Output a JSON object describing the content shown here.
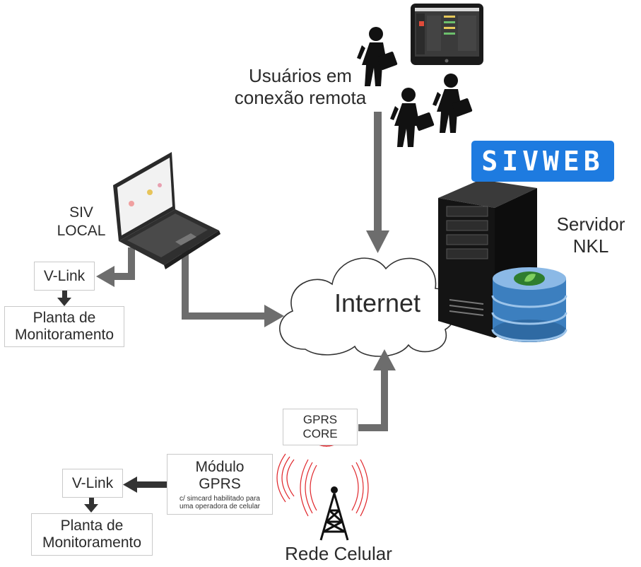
{
  "labels": {
    "remote_users": [
      "Usuários em",
      "conexão remota"
    ],
    "siv_local": [
      "SIV",
      "LOCAL"
    ],
    "servidor": [
      "Servidor",
      "NKL"
    ],
    "internet": "Internet",
    "rede_celular": "Rede Celular"
  },
  "badge": {
    "text": "SIVWEB",
    "color": "#1e7be0"
  },
  "boxes": {
    "vlink_top": "V-Link",
    "planta_top": [
      "Planta de",
      "Monitoramento"
    ],
    "gprs_core": [
      "GPRS",
      "CORE"
    ],
    "modulo_gprs": {
      "title": [
        "Módulo",
        "GPRS"
      ],
      "note": [
        "c/ simcard habilitado para",
        "uma operadora de celular"
      ]
    },
    "vlink_bottom": "V-Link",
    "planta_bottom": [
      "Planta de",
      "Monitoramento"
    ]
  },
  "colors": {
    "arrow": "#6d6d6d",
    "arrow_dark": "#333333",
    "signal": "#e0262b",
    "server": "#141414",
    "database": "#3c7fbf"
  },
  "icons": [
    "tablet-icon",
    "businessman-icon",
    "laptop-icon",
    "server-tower-icon",
    "database-icon",
    "cloud-icon",
    "cell-tower-icon",
    "radio-signal-icon"
  ]
}
